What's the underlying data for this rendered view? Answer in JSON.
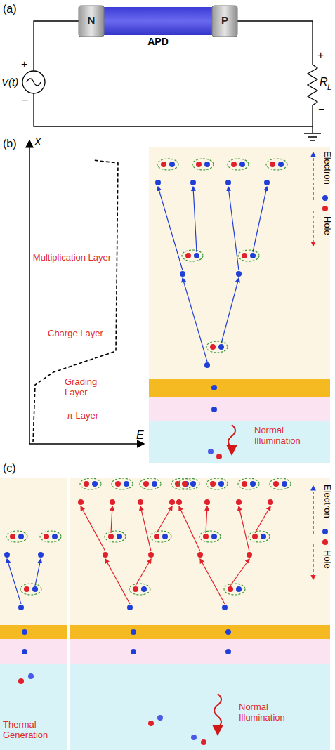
{
  "diagram": {
    "nodes": [
      {
        "text": [
          "APD"
        ]
      },
      {
        "text": [
          "N"
        ],
        "in": 0
      },
      {
        "text": [
          "P"
        ],
        "in": 0
      },
      {
        "text": [
          "Normal Illumination"
        ]
      },
      {
        "text": [
          "Thermal Generation"
        ]
      },
      {
        "text": [
          "Normal Illumination"
        ]
      }
    ],
    "labels": [
      "(a)",
      "V(t)",
      "+",
      "−",
      "R",
      "L",
      "+",
      "−",
      "(b)",
      "x",
      "E",
      "Multiplication Layer",
      "Charge Layer",
      "Grading Layer",
      "π Layer",
      "Electron",
      "Hole",
      "(c)",
      "Electron",
      "Hole"
    ]
  }
}
